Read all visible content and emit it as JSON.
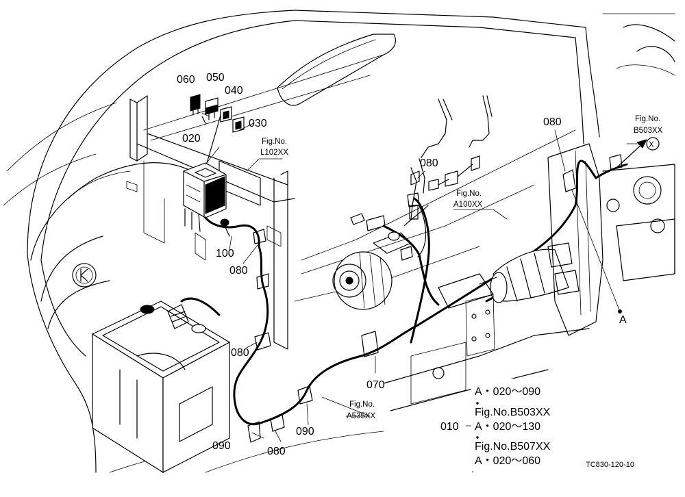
{
  "part_labels": {
    "p060": "060",
    "p050": "050",
    "p040": "040",
    "p030": "030",
    "p020": "020",
    "p100": "100",
    "p080_left": "080",
    "p080_mid": "080",
    "p080_bottom": "080",
    "p080_top": "080",
    "p080_right": "080",
    "p090_left": "090",
    "p090_right": "090",
    "p070": "070",
    "p010": "010",
    "point_a": "A",
    "x_marker": "X"
  },
  "fig_refs": {
    "l102": {
      "line1": "Fig.No.",
      "line2": "L102XX"
    },
    "a100": {
      "line1": "Fig.No.",
      "line2": "A100XX"
    },
    "a535": {
      "line1": "Fig.No.",
      "line2": "A535XX"
    },
    "b503": {
      "line1": "Fig.No.",
      "line2": "B503XX"
    }
  },
  "legend": {
    "line1": "A・020～090",
    "line2": "Fig.No.B503XX",
    "line3": "A・020～130",
    "line4": "Fig.No.B507XX",
    "line5": "A・020～060"
  },
  "drawing_code": "TC830-120-10"
}
